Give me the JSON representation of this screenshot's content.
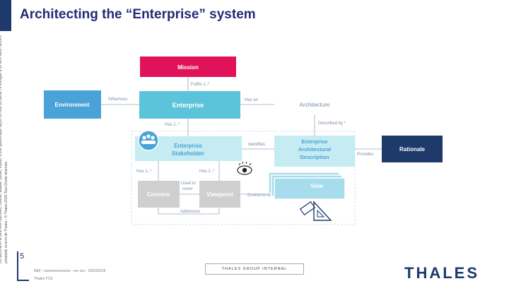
{
  "title": "Architecting the “Enterprise” system",
  "side_note": "Ce document ne peut être reproduit, modifié, adapté, publié, traduit, d’une quelconque façon, en tout ou partie, ni divulgué à un tiers sans l’accord préalable et écrit de Thales - © Thales 2015 Tous Droits réservés.",
  "page_number": "5",
  "footer": {
    "ref": "REF : xxxxxxxxxxxxxxx - rev xxx - 10/03/2015",
    "date": "Thales TCS",
    "group": "THALES GROUP INTERNAL",
    "logo": "THALES"
  },
  "nodes": {
    "mission": "Mission",
    "environment": "Environment",
    "enterprise": "Enterprise",
    "architecture": "Architecture",
    "stakeholder_line1": "Enterprise",
    "stakeholder_line2": "Stakeholder",
    "description_line1": "Enterprise",
    "description_line2": "Architectural",
    "description_line3": "Description",
    "rationale": "Rationale",
    "concern": "Concern",
    "viewpoint": "Viewpoint",
    "view": "View"
  },
  "relations": {
    "fulfils": "Fulfils 1..*",
    "influences": "Influences",
    "has_an": "Has an",
    "has_1": "Has 1..*",
    "described_by": "Described by *",
    "identifies": "Identifies",
    "provides": "Provides",
    "has_1_left": "Has 1..*",
    "has_1_right": "Has 1..*",
    "used_to_line1": "Used to",
    "used_to_line2": "cover",
    "conforms_to": "Conforms to",
    "addresses": "Addresses"
  },
  "colors": {
    "title": "#242a75",
    "mission": "#e0135a",
    "environment": "#4aa3d8",
    "enterprise": "#5bc4da",
    "stakeholder": "#c5ebf3",
    "description": "#c5ebf3",
    "rationale": "#1d3a6b",
    "concern": "#cfcfcf",
    "viewpoint": "#cfcfcf",
    "view": "#a6dcec"
  }
}
